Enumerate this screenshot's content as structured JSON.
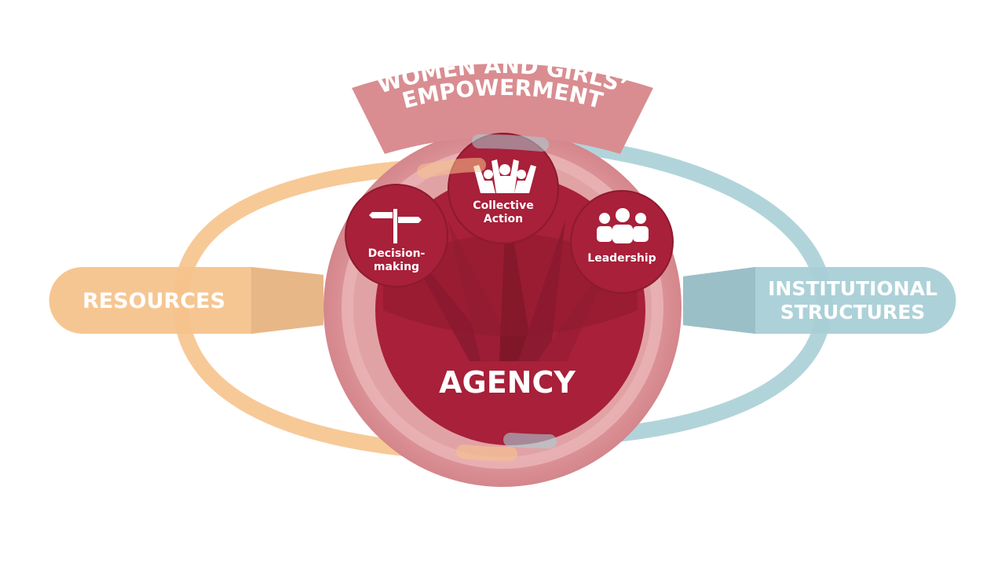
{
  "header": {
    "line1": "WOMEN AND GIRLS’",
    "line2": "EMPOWERMENT"
  },
  "left": {
    "label": "RESOURCES"
  },
  "right": {
    "line1": "INSTITUTIONAL",
    "line2": "STRUCTURES"
  },
  "center": {
    "label": "AGENCY"
  },
  "bubbles": {
    "decision": {
      "line1": "Decision-",
      "line2": "making",
      "icon": "signpost-icon"
    },
    "collective": {
      "line1": "Collective",
      "line2": "Action",
      "icon": "cheering-people-icon"
    },
    "leadership": {
      "label": "Leadership",
      "icon": "group-people-icon"
    }
  },
  "colors": {
    "resources": "#f6c38c",
    "institutional": "#a9cfd6",
    "empowerment": "#d98d91",
    "agency": "#a82039",
    "agency_dark": "#8c1a30",
    "outer_disc": "#d98e93"
  }
}
